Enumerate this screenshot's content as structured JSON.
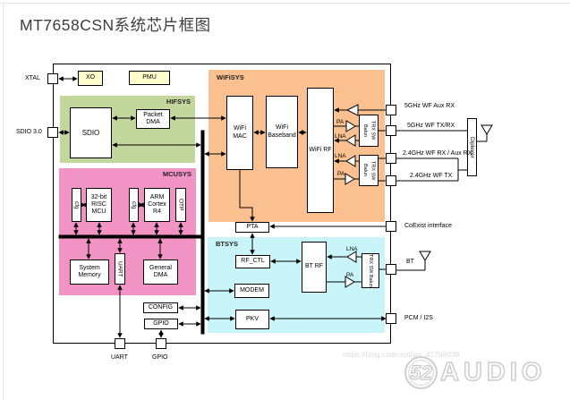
{
  "page": {
    "title": "MT7658CSN系统芯片框图"
  },
  "watermark": {
    "url": "https://blog.csdn.net/qq_42768038",
    "logo_number": "52",
    "logo_text": "AUDIO"
  },
  "pins": {
    "xtal": "XTAL",
    "sdio30": "SDIO 3.0",
    "wf5g_aux_rx": "5GHz WF Aux RX",
    "wf5g_txrx": "5GHz WF TX/RX",
    "wf24g_rx": "2.4GHz WF RX / Aux RX",
    "wf24g_tx": "2.4GHz WF TX",
    "coexist": "CoExist interface",
    "bt": "BT",
    "pcm_i2s": "PCM / I2S",
    "uart": "UART",
    "gpio": "GPIO"
  },
  "blocks": {
    "xo": "XO",
    "pmu": "PMU",
    "pta": "PTA",
    "config": "CONFIG",
    "gpio": "GPIO",
    "diplexer": "Diplexer"
  },
  "hifsys": {
    "label": "HIFSYS",
    "sdio": "SDIO",
    "packet_dma": "Packet DMA"
  },
  "wifisys": {
    "label": "WiFiSYS",
    "mac": "WiFi MAC",
    "baseband": "WiFi Baseband",
    "rf": "WiFi RF",
    "pa": "PA",
    "lna": "LNA",
    "balun": "TRX SW Balun"
  },
  "mcusys": {
    "label": "MCUSYS",
    "cfg": "cfg",
    "risc_mcu": "32-bit RISC MCU",
    "arm": "ARM Cortex R4",
    "otp": "OTP",
    "system_memory": "System Memory",
    "uart": "UART",
    "general_dma": "General DMA"
  },
  "btsys": {
    "label": "BTSYS",
    "rf_ctl": "RF_CTL",
    "bt_rf": "BT RF",
    "modem": "MODEM",
    "pkv": "PKV",
    "lna": "LNA",
    "pa": "PA",
    "balun": "TRX SW Balun"
  },
  "colors": {
    "hifsys_bg": "#c3d69b",
    "mcusys_bg": "#f193c5",
    "wifisys_bg": "#fac08f",
    "btsys_bg": "#c9f5fa",
    "io_block_bg": "#ffffcc",
    "wire": "#000000"
  }
}
